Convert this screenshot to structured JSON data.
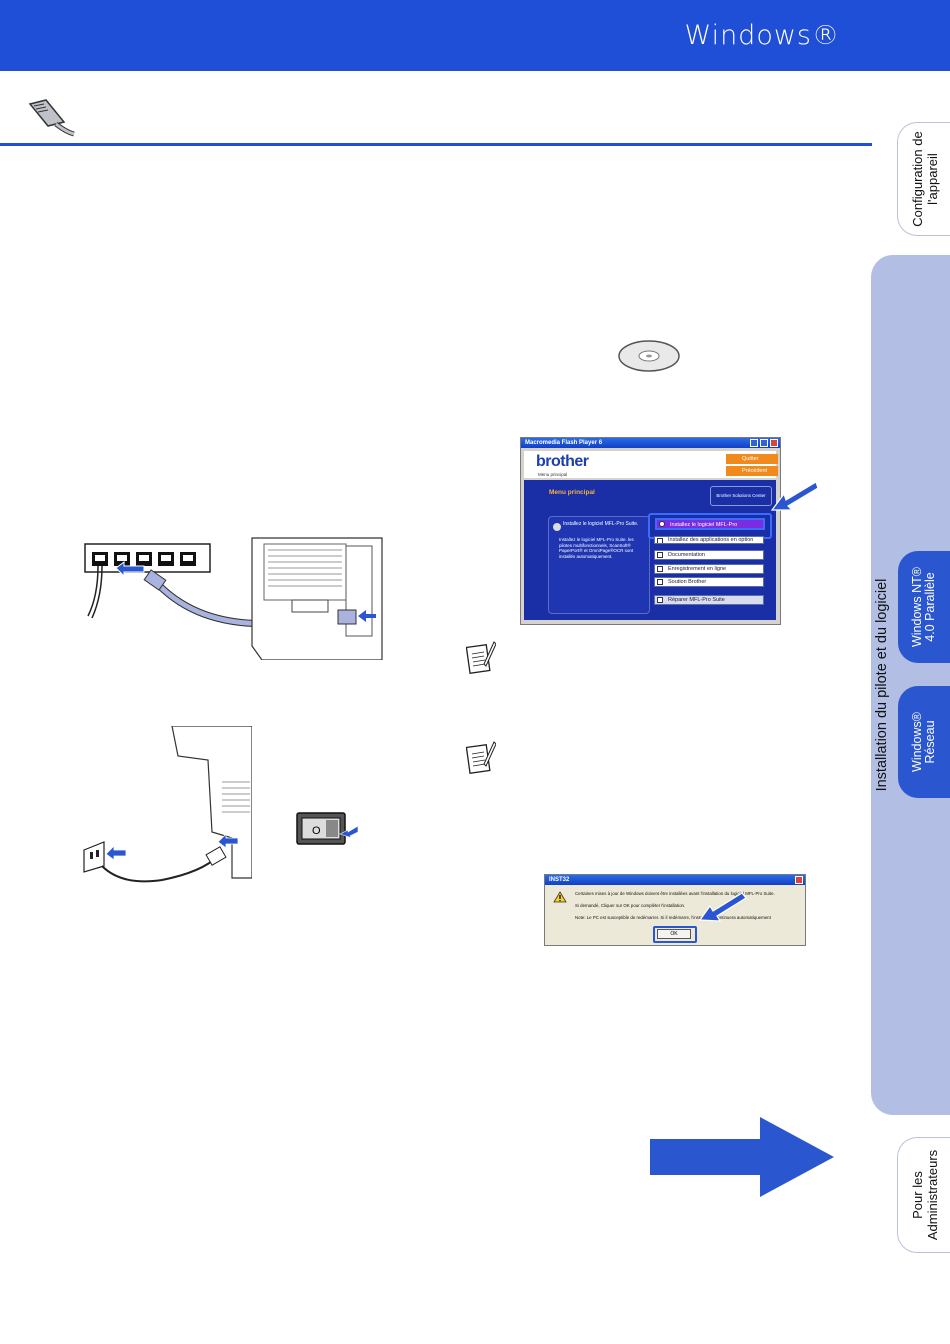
{
  "header": {
    "title": "Windows®"
  },
  "side_tabs": {
    "configuration": "Configuration de l'appareil",
    "installation": "Installation du pilote et du logiciel",
    "nt_parallel": "Windows NT® 4.0 Parallèle",
    "network": "Windows® Réseau",
    "admin": "Pour les Administrateurs"
  },
  "flash_player": {
    "title": "Macromedia Flash Player 6",
    "brand": "brother",
    "subtitle": "Menu principal",
    "heading": "Menu principal",
    "quit": "Quitter",
    "back": "Précédent",
    "solutions_center": "Brother Solutions Center",
    "info_title": "Installez le logiciel MFL-Pro Suite.",
    "info_body": "Installez le logiciel MFL-Pro Suite. les pilotes multifonctionnels, ScanSoft® PaperPort® et OmniPage®OCR sont installés automatiquement.",
    "menu_items": [
      "Installez le logiciel MFL-Pro",
      "Installez des applications en option",
      "Documentation",
      "Enregistrement en ligne",
      "Soution Brother"
    ],
    "repair": "Réparer MFL-Pro Suite"
  },
  "dialog": {
    "title": "INST32",
    "line1": "Certaines mises à jour de Windows doivent être installées avant l'installation du logiciel MFL-Pro Suite.",
    "line2": "Si demandé, Cliquer sur OK pour compléter l'installation.",
    "line3": "Note: Le PC est susceptible de redémarrer. Si il redémarre, l'installation continuera automatiquement",
    "ok": "OK"
  },
  "power_switch": {
    "on_symbol": "I",
    "off_symbol": "O"
  },
  "colors": {
    "brand_blue": "#1f4fd6",
    "tab_panel": "#b2bee3"
  }
}
